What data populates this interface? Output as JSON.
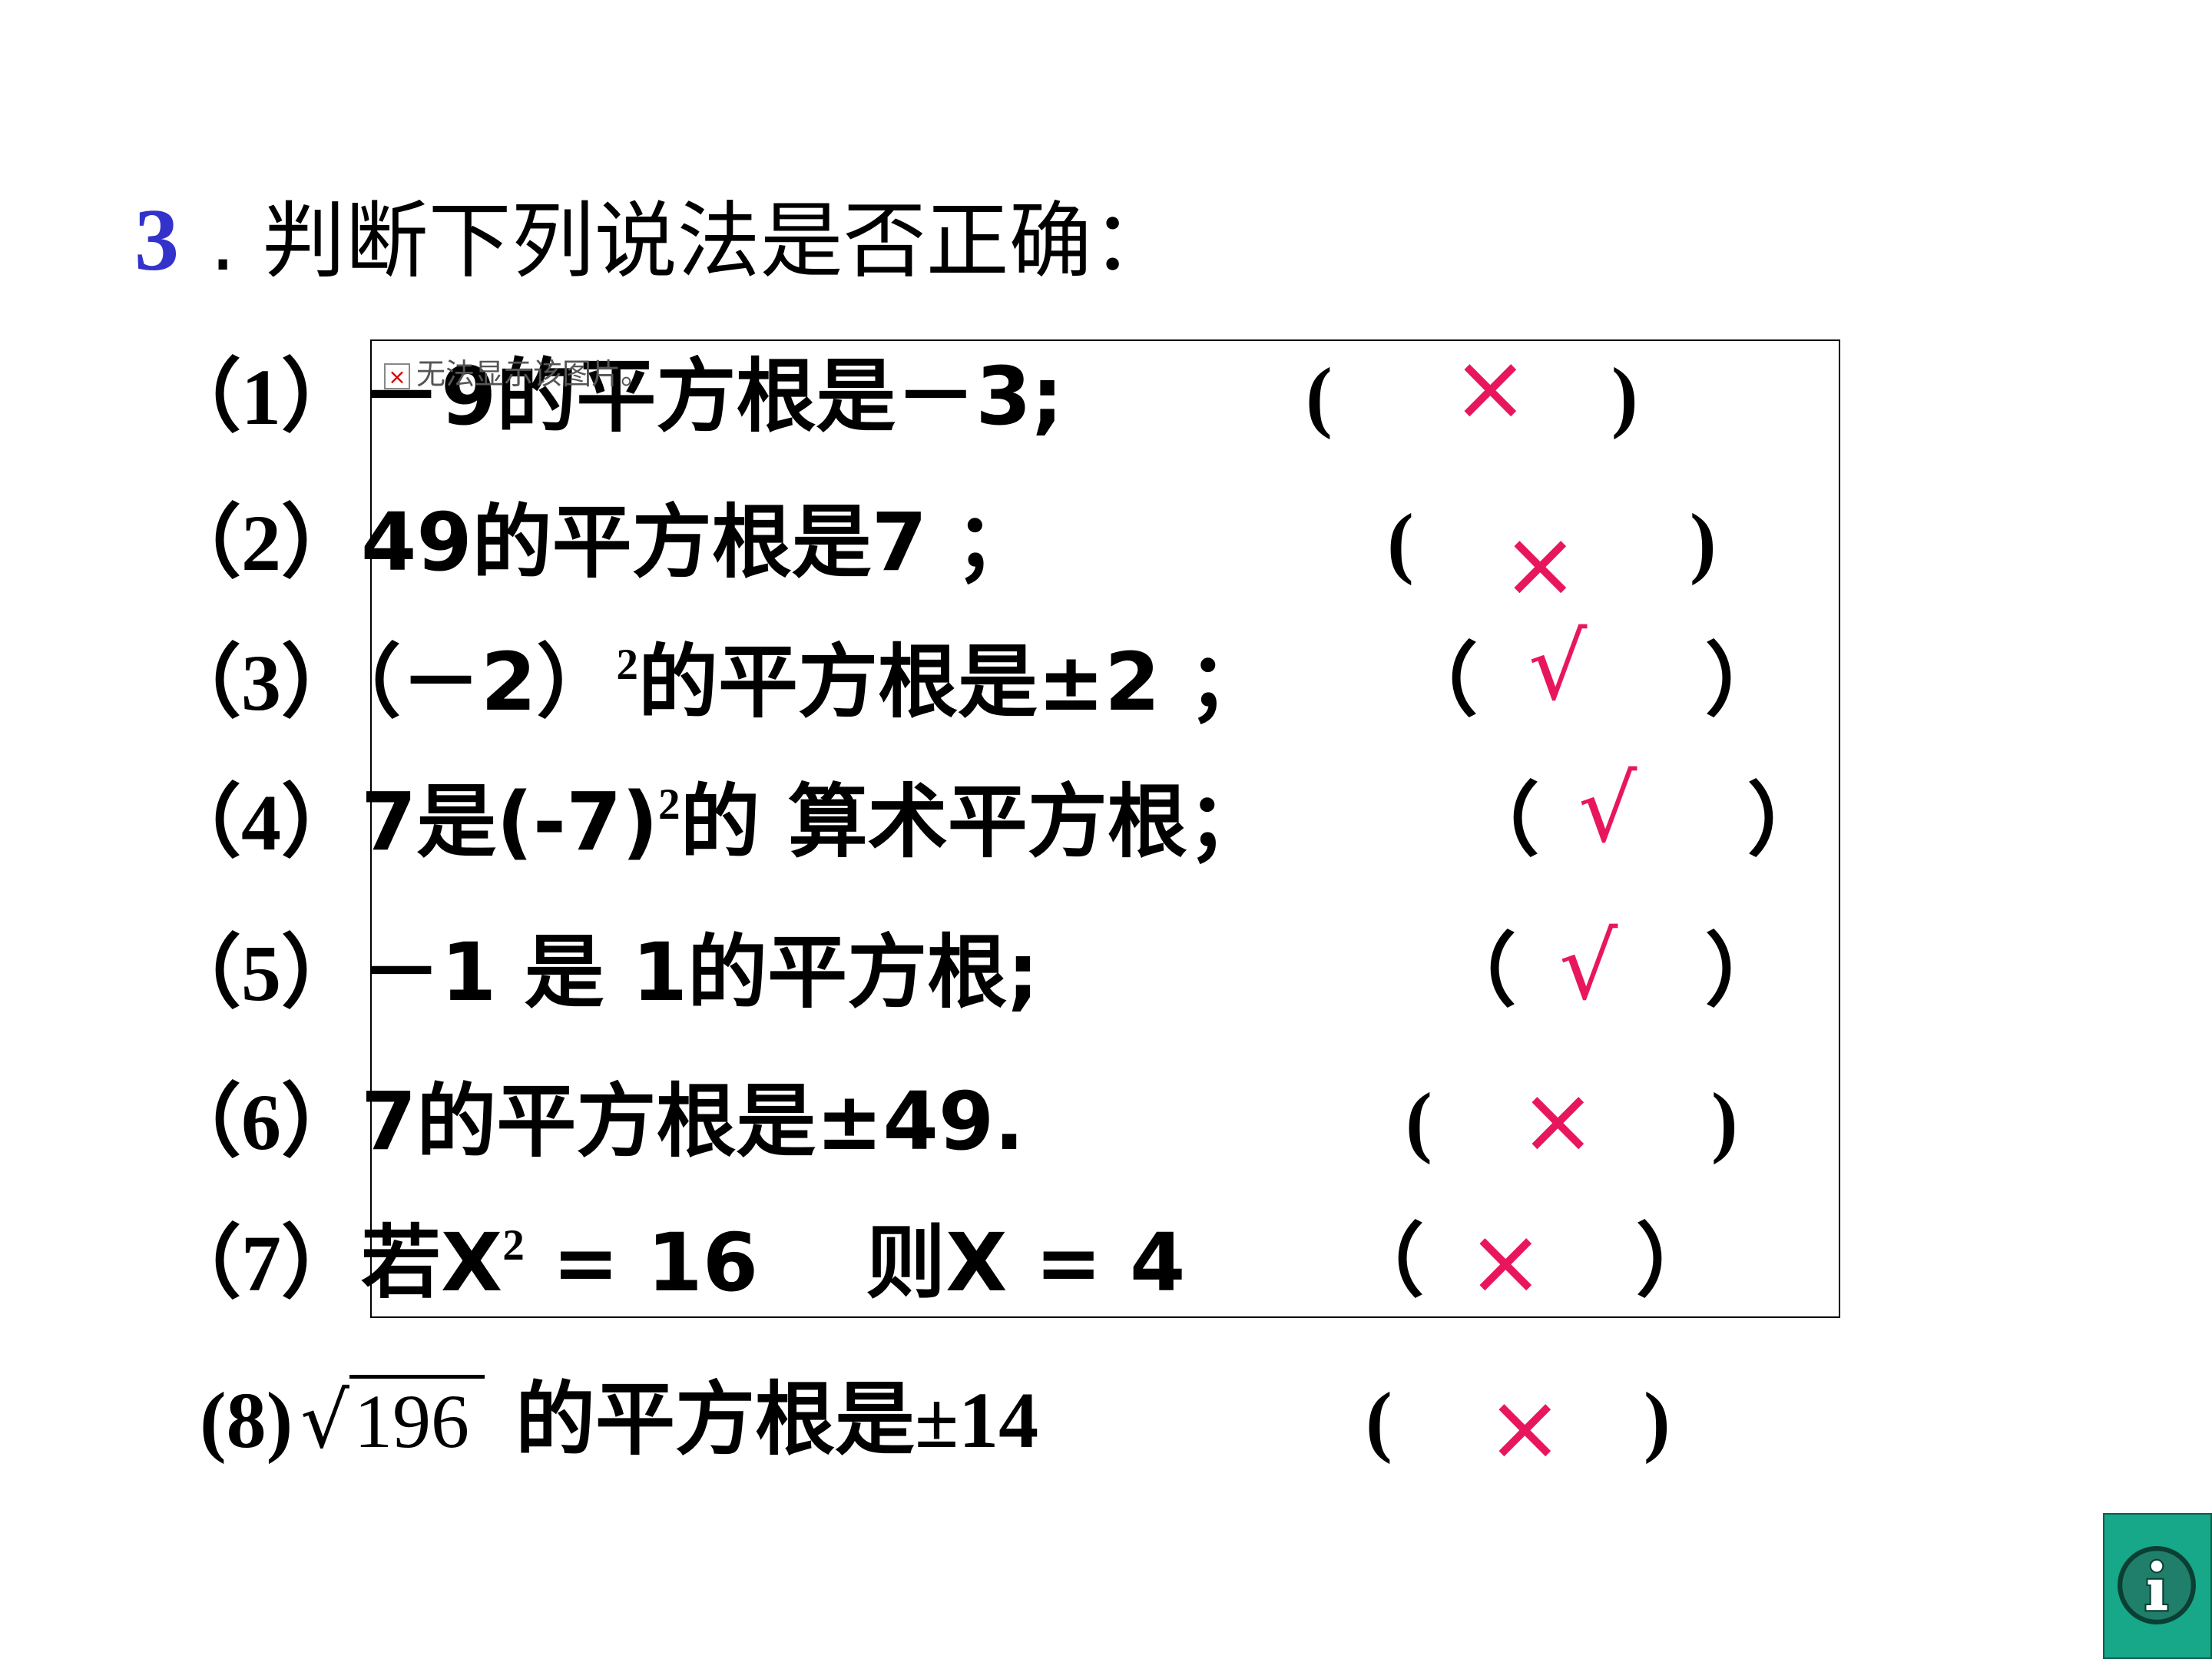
{
  "title": {
    "number": "3",
    "text": ". 判断下列说法是否正确："
  },
  "broken_image": {
    "text": "无法显示该图片。"
  },
  "items": [
    {
      "label": "（1）",
      "text": "－9的平方根是－3;",
      "open": "(",
      "mark": "×",
      "close": ")"
    },
    {
      "label": "（2）",
      "text": "49的平方根是7 ；",
      "open": "(",
      "mark": "×",
      "close": ")"
    },
    {
      "label": "（3）",
      "text_a": "（－2）",
      "sup": "2",
      "text_b": "的平方根是±2 ；",
      "open": "（",
      "mark": "√",
      "close": "）"
    },
    {
      "label": "（4）",
      "text_a": "7是(-7)",
      "sup": "2",
      "text_b": "的 算术平方根；",
      "open": "（",
      "mark": "√",
      "close": "）"
    },
    {
      "label": "（5）",
      "text": "－1 是 1的平方根;",
      "open": "（",
      "mark": "√",
      "close": "）"
    },
    {
      "label": "（6）",
      "text": "7的平方根是±49.",
      "open": "(",
      "mark": "×",
      "close": ")"
    },
    {
      "label": "（7）",
      "text_a": "若X",
      "sup": "2",
      "text_b": " = 16　 则X = 4",
      "open": "（",
      "mark": "×",
      "close": "）"
    }
  ],
  "item8": {
    "label": "(8)",
    "radicand": "196",
    "text": "的平方根是±14",
    "open": "(",
    "mark": "×",
    "close": ")"
  },
  "colors": {
    "accent_number": "#3333cc",
    "mark": "#e8175d",
    "info_button": "#17a789"
  },
  "icons": {
    "info": "info-icon"
  }
}
